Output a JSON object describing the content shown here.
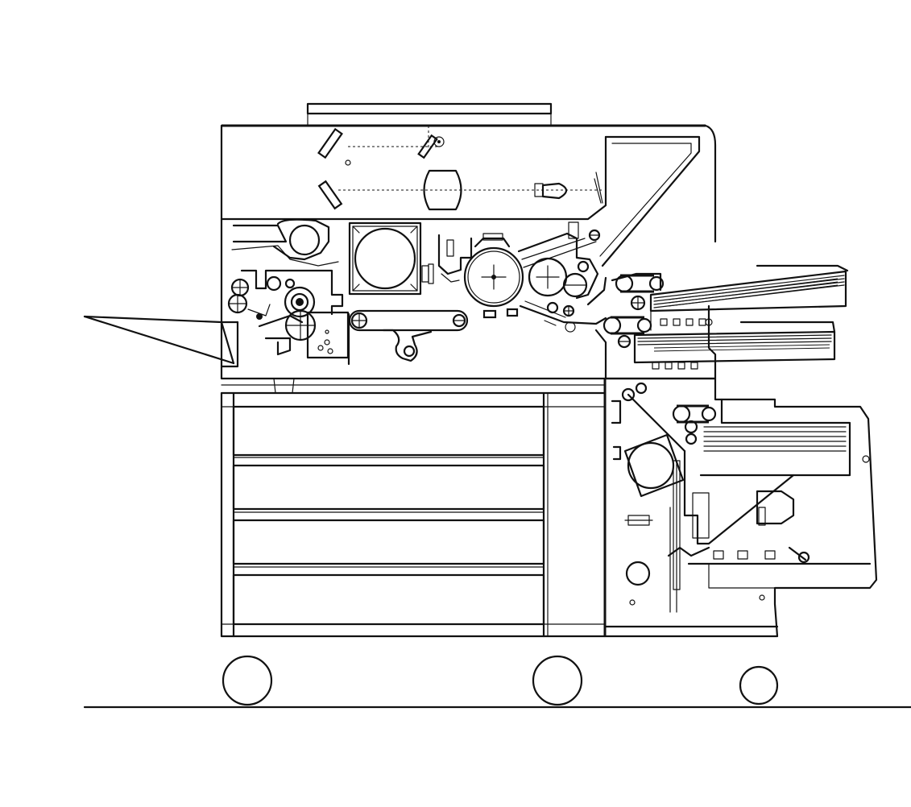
{
  "diagram": {
    "kind": "line-drawing",
    "colors": {
      "ink": "#111111",
      "background": "#ffffff"
    },
    "components": [
      "scanner-housing",
      "platen-glass",
      "scan-mirrors",
      "lens",
      "exposure-lamp",
      "fuser-rollers",
      "cooling-fan",
      "photoconductor-drum",
      "transport-belt",
      "paper-input-trays",
      "output-tray",
      "paper-deck-cabinet",
      "paper-drawers",
      "sorter-unit",
      "casters",
      "floor-line"
    ]
  }
}
